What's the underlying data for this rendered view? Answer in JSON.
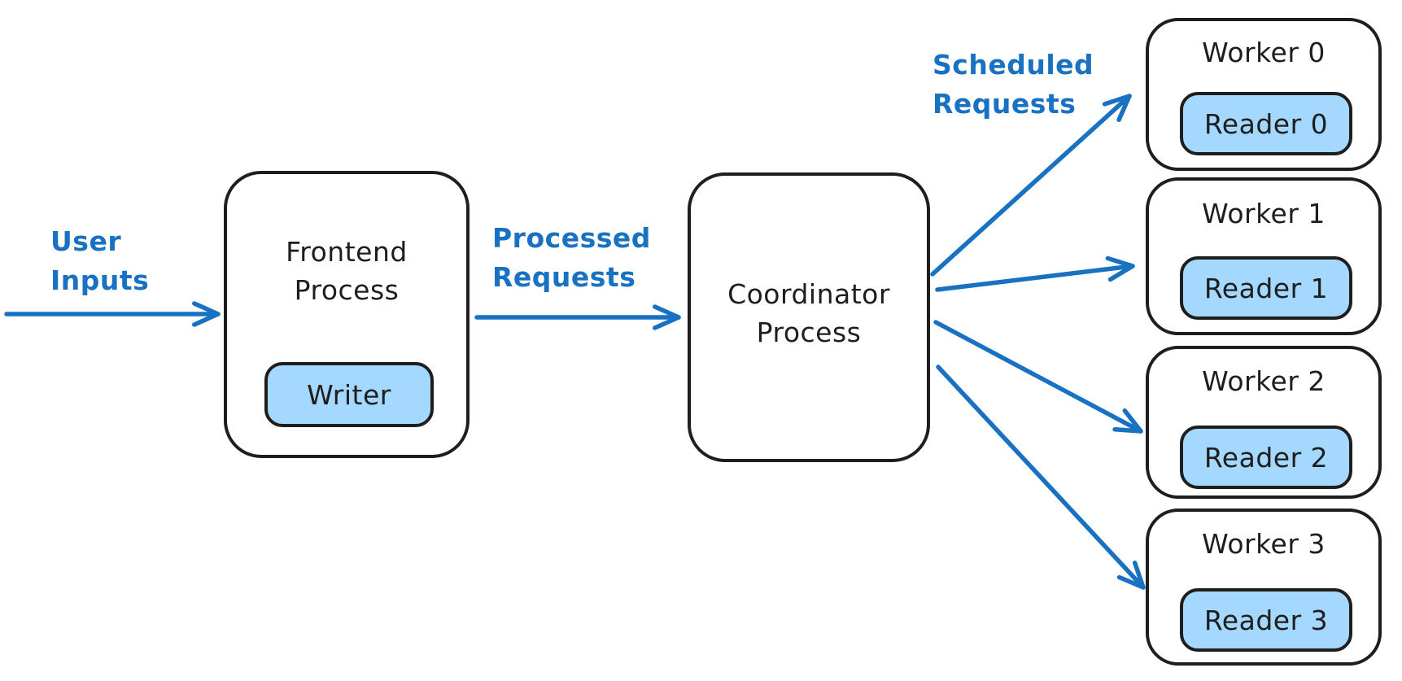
{
  "colors": {
    "accent": "#1971c2",
    "node_fill": "#a5d8ff",
    "stroke": "#1e1e1e",
    "background": "#ffffff"
  },
  "diagram": {
    "edge_labels": {
      "user_inputs": "User Inputs",
      "processed_requests": "Processed Requests",
      "scheduled_requests": "Scheduled Requests"
    },
    "nodes": {
      "frontend": {
        "title": "Frontend Process",
        "child": "Writer"
      },
      "coordinator": {
        "title": "Coordinator Process"
      },
      "workers": [
        {
          "title": "Worker 0",
          "child": "Reader 0"
        },
        {
          "title": "Worker 1",
          "child": "Reader 1"
        },
        {
          "title": "Worker 2",
          "child": "Reader 2"
        },
        {
          "title": "Worker 3",
          "child": "Reader 3"
        }
      ]
    }
  }
}
